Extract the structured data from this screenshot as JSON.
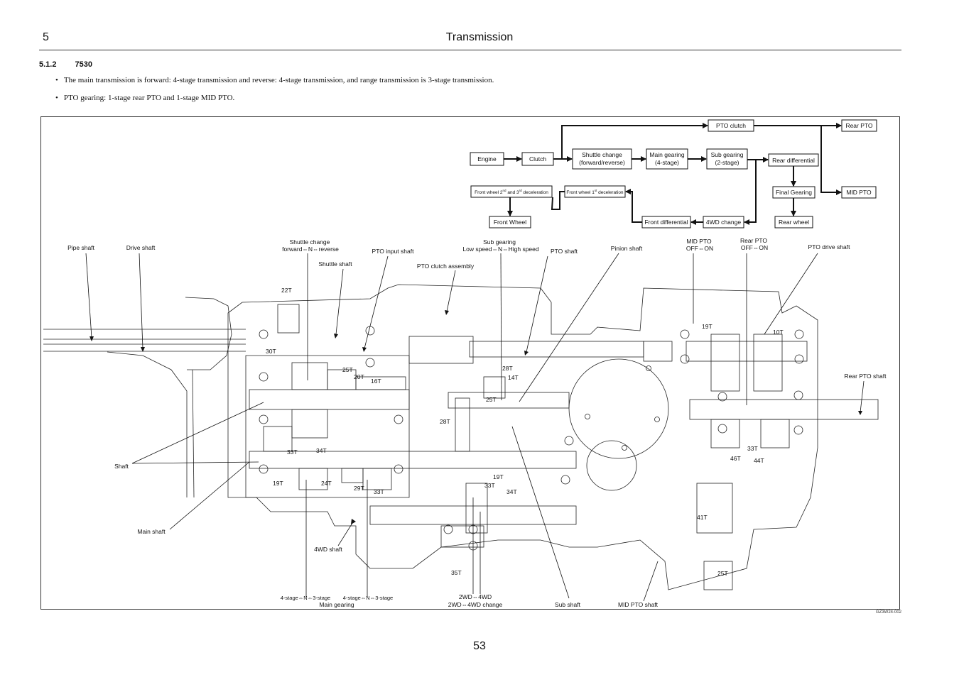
{
  "header": {
    "chapter": "5",
    "title": "Transmission",
    "page": "53"
  },
  "section": {
    "number": "5.1.2",
    "model": "7530"
  },
  "bullets": [
    "The main transmission is forward: 4-stage transmission and reverse: 4-stage transmission, and range transmission is 3-stage transmission.",
    "PTO gearing: 1-stage rear PTO and 1-stage MID PTO."
  ],
  "flow": {
    "engine": "Engine",
    "clutch": "Clutch",
    "shuttle_1": "Shuttle change",
    "shuttle_2": "(forward/reverse)",
    "main_1": "Main gearing",
    "main_2": "(4-stage)",
    "sub_1": "Sub gearing",
    "sub_2": "(2-stage)",
    "pto_clutch": "PTO clutch",
    "rear_pto": "Rear PTO",
    "mid_pto": "MID PTO",
    "rear_diff": "Rear differential",
    "final_gear": "Final Gearing",
    "rear_wheel": "Rear wheel",
    "fourwd_change": "4WD change",
    "front_diff": "Front differential",
    "fw1_a": "Front wheel 1",
    "fw1_sup": "st",
    "fw1_b": " deceleration",
    "fw23_a": "Front wheel 2",
    "fw23_sup1": "nd",
    "fw23_mid": " and 3",
    "fw23_sup2": "rd",
    "fw23_b": " deceleration",
    "front_wheel": "Front Wheel"
  },
  "labels": {
    "pipe_shaft": "Pipe shaft",
    "drive_shaft": "Drive shaft",
    "shuttle_change": "Shuttle change",
    "fwd_rev": "forward⇔N⇔reverse",
    "shuttle_shaft": "Shuttle shaft",
    "pto_input_shaft": "PTO input shaft",
    "sub_gearing": "Sub gearing",
    "low_high": "Low speed⇔N⇔High speed",
    "pto_clutch_assembly": "PTO clutch assembly",
    "pto_shaft": "PTO shaft",
    "pinion_shaft": "Pinion shaft",
    "mid_pto": "MID PTO",
    "mid_off_on": "OFF⇔ON",
    "rear_pto": "Rear PTO",
    "rear_off_on": "OFF⇔ON",
    "pto_drive_shaft": "PTO drive shaft",
    "rear_pto_shaft": "Rear PTO shaft",
    "shaft": "Shaft",
    "main_shaft": "Main shaft",
    "fourwd_shaft": "4WD shaft",
    "stage_a": "4-stage⇔N⇔3-stage",
    "stage_b": "4-stage⇔N⇔3-stage",
    "main_gearing": "Main gearing",
    "twowd_4wd": "2WD⇔4WD",
    "twowd_change": "2WD⇔4WD change",
    "sub_shaft": "Sub shaft",
    "mid_pto_shaft": "MID PTO shaft"
  },
  "teeth": [
    "22T",
    "30T",
    "25T",
    "20T",
    "16T",
    "28T",
    "14T",
    "25T",
    "28T",
    "33T",
    "34T",
    "19T",
    "24T",
    "29T",
    "33T",
    "19T",
    "33T",
    "34T",
    "35T",
    "19T",
    "10T",
    "46T",
    "33T",
    "44T",
    "41T",
    "25T"
  ],
  "figure_code": "GZ3W24-002"
}
